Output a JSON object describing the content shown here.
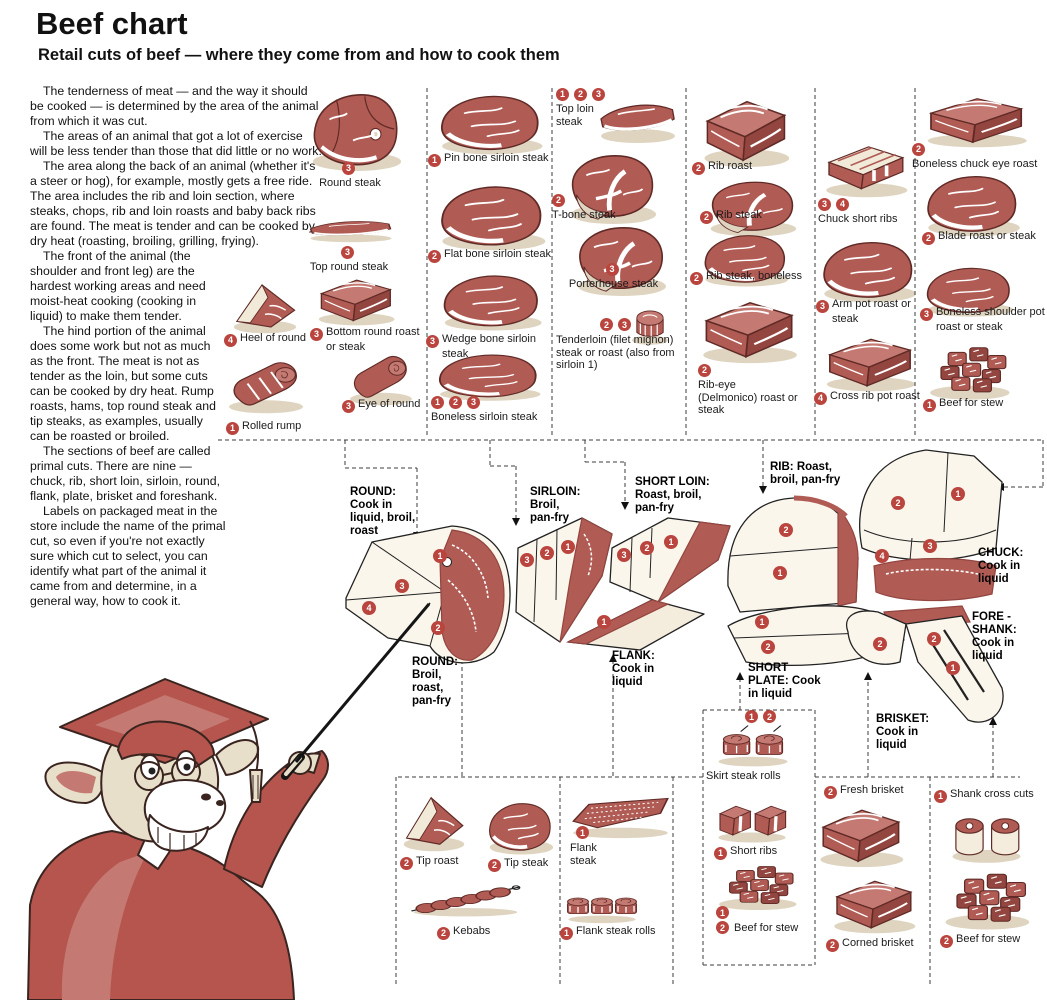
{
  "page": {
    "title": "Beef chart",
    "subtitle": "Retail cuts of beef — where they come from and how to cook them"
  },
  "intro_paragraphs": [
    {
      "text": "The tenderness of meat — and the way it should be cooked — is determined by the area of the animal from which it was cut.",
      "narrow": false
    },
    {
      "text": "The areas of an animal that got a lot of exercise will be less tender than those that did little or no work.",
      "narrow": false
    },
    {
      "text": "The area along the back of an animal (whether it's a steer or hog), for example, mostly gets a free ride. The area includes the rib and loin section, where steaks, chops, rib and loin roasts and baby back ribs are found. The meat is tender and can be cooked by dry heat (roasting, broiling, grilling, frying).",
      "narrow": false
    },
    {
      "text": "The front of the animal (the shoulder and front leg) are the hardest working areas and need moist-heat cooking (cooking in liquid) to make them tender.",
      "narrow": true
    },
    {
      "text": "The hind portion of the animal does some work but not as much as the front. The meat is not as tender as the loin, but some cuts can be cooked by dry heat. Rump roasts, hams, top round steak and tip steaks, as examples, usually can be roasted or broiled.",
      "narrow": true
    },
    {
      "text": "The sections of beef are called primal cuts. There are nine — chuck, rib, short loin, sirloin, round, flank, plate, brisket and foreshank.",
      "narrow": true
    },
    {
      "text": "Labels on packaged meat in the store include the name of the primal cut, so even if you're not exactly sure which cut to select, you can identify what part of the animal it came from and determine, in a general way, how to cook it.",
      "narrow": true
    }
  ],
  "colors": {
    "meat": "#b05b54",
    "meat_light": "#c47a72",
    "meat_dark": "#93453f",
    "outline": "#5f2a26",
    "shadow": "#ded4c0",
    "marker": "#b9453e",
    "line": "#3c3c3c",
    "mascot_red": "#b5554e",
    "mascot_beige": "#e8dfca"
  },
  "cuts": [
    {
      "id": "round-steak",
      "markers": [
        3
      ],
      "name": "Round steak"
    },
    {
      "id": "top-round-steak",
      "markers": [
        3
      ],
      "name": "Top round steak"
    },
    {
      "id": "bottom-round-roast",
      "markers": [
        3
      ],
      "name": "Bottom round roast or steak"
    },
    {
      "id": "heel-of-round",
      "markers": [
        4
      ],
      "name": "Heel of round"
    },
    {
      "id": "eye-of-round",
      "markers": [
        3
      ],
      "name": "Eye of round"
    },
    {
      "id": "rolled-rump",
      "markers": [
        1
      ],
      "name": "Rolled rump"
    },
    {
      "id": "pin-bone-sirloin-steak",
      "markers": [
        1
      ],
      "name": "Pin bone sirloin steak"
    },
    {
      "id": "flat-bone-sirloin-steak",
      "markers": [
        2
      ],
      "name": "Flat bone sirloin steak"
    },
    {
      "id": "wedge-bone-sirloin-steak",
      "markers": [
        3
      ],
      "name": "Wedge bone sirloin steak"
    },
    {
      "id": "boneless-sirloin-steak",
      "markers": [
        1,
        2,
        3
      ],
      "name": "Boneless sirloin steak"
    },
    {
      "id": "top-loin-steak",
      "markers": [
        1,
        2,
        3
      ],
      "name": "Top loin steak"
    },
    {
      "id": "t-bone-steak",
      "markers": [
        2
      ],
      "name": "T-bone steak"
    },
    {
      "id": "porterhouse-steak",
      "markers": [
        3
      ],
      "name": "Porterhouse steak"
    },
    {
      "id": "tenderloin",
      "markers": [
        2,
        3
      ],
      "name": "Tenderloin (filet mignon) steak or roast (also from sirloin 1)"
    },
    {
      "id": "rib-roast",
      "markers": [
        2
      ],
      "name": "Rib roast"
    },
    {
      "id": "rib-steak",
      "markers": [
        2
      ],
      "name": "Rib steak"
    },
    {
      "id": "rib-steak-boneless",
      "markers": [
        2
      ],
      "name": "Rib steak, boneless"
    },
    {
      "id": "rib-eye-roast",
      "markers": [
        2
      ],
      "name": "Rib-eye (Delmonico) roast or steak"
    },
    {
      "id": "chuck-short-ribs",
      "markers": [
        3,
        4
      ],
      "name": "Chuck short ribs"
    },
    {
      "id": "arm-pot-roast",
      "markers": [
        3
      ],
      "name": "Arm pot roast or steak"
    },
    {
      "id": "cross-rib-pot-roast",
      "markers": [
        4
      ],
      "name": "Cross rib pot roast"
    },
    {
      "id": "boneless-chuck-eye-roast",
      "markers": [
        2
      ],
      "name": "Boneless chuck eye roast"
    },
    {
      "id": "blade-roast",
      "markers": [
        2
      ],
      "name": "Blade roast or steak"
    },
    {
      "id": "boneless-shoulder-pot-roast",
      "markers": [
        3
      ],
      "name": "Boneless shoulder pot roast or steak"
    },
    {
      "id": "beef-for-stew-chuck",
      "markers": [
        1
      ],
      "name": "Beef for stew"
    },
    {
      "id": "tip-roast",
      "markers": [
        2
      ],
      "name": "Tip roast"
    },
    {
      "id": "tip-steak",
      "markers": [
        2
      ],
      "name": "Tip steak"
    },
    {
      "id": "kebabs",
      "markers": [
        2
      ],
      "name": "Kebabs"
    },
    {
      "id": "flank-steak",
      "markers": [
        1
      ],
      "name": "Flank steak"
    },
    {
      "id": "flank-steak-rolls",
      "markers": [
        1
      ],
      "name": "Flank steak rolls"
    },
    {
      "id": "skirt-steak-rolls",
      "markers": [
        1,
        2
      ],
      "name": "Skirt steak rolls"
    },
    {
      "id": "short-ribs",
      "markers": [
        1
      ],
      "name": "Short ribs"
    },
    {
      "id": "beef-for-stew-plate",
      "markers": [
        1,
        2
      ],
      "name": "Beef for stew"
    },
    {
      "id": "fresh-brisket",
      "markers": [
        2
      ],
      "name": "Fresh brisket"
    },
    {
      "id": "corned-brisket",
      "markers": [
        2
      ],
      "name": "Corned brisket"
    },
    {
      "id": "shank-cross-cuts",
      "markers": [
        1
      ],
      "name": "Shank cross cuts"
    },
    {
      "id": "beef-for-stew-shank",
      "markers": [
        2
      ],
      "name": "Beef for stew"
    }
  ],
  "primals": [
    {
      "id": "round-top",
      "lines": [
        "ROUND:",
        "Cook in",
        "liquid, broil,",
        "roast"
      ],
      "region_numbers": [
        1,
        3,
        4,
        2
      ]
    },
    {
      "id": "round-bottom",
      "lines": [
        "ROUND:",
        "Broil,",
        "roast,",
        "pan-fry"
      ],
      "region_numbers": []
    },
    {
      "id": "sirloin",
      "lines": [
        "SIRLOIN:",
        "Broil,",
        "pan-fry"
      ],
      "region_numbers": [
        3,
        2,
        1
      ]
    },
    {
      "id": "short-loin",
      "lines": [
        "SHORT LOIN:",
        "Roast, broil,",
        "pan-fry"
      ],
      "region_numbers": [
        3,
        2,
        1
      ]
    },
    {
      "id": "flank",
      "lines": [
        "FLANK:",
        "Cook in",
        "liquid"
      ],
      "region_numbers": [
        1
      ]
    },
    {
      "id": "rib",
      "lines": [
        "RIB: Roast,",
        "broil, pan-fry"
      ],
      "region_numbers": [
        2,
        1
      ]
    },
    {
      "id": "short-plate",
      "lines": [
        "SHORT",
        "PLATE: Cook",
        "in liquid"
      ],
      "region_numbers": [
        1,
        2
      ]
    },
    {
      "id": "chuck",
      "lines": [
        "CHUCK:",
        "Cook in",
        "liquid"
      ],
      "region_numbers": [
        2,
        1,
        3,
        4
      ]
    },
    {
      "id": "foreshank",
      "lines": [
        "FORE -",
        "SHANK:",
        "Cook in",
        "liquid"
      ],
      "region_numbers": [
        2,
        2,
        1
      ]
    },
    {
      "id": "brisket",
      "lines": [
        "BRISKET:",
        "Cook in",
        "liquid"
      ],
      "region_numbers": []
    }
  ]
}
